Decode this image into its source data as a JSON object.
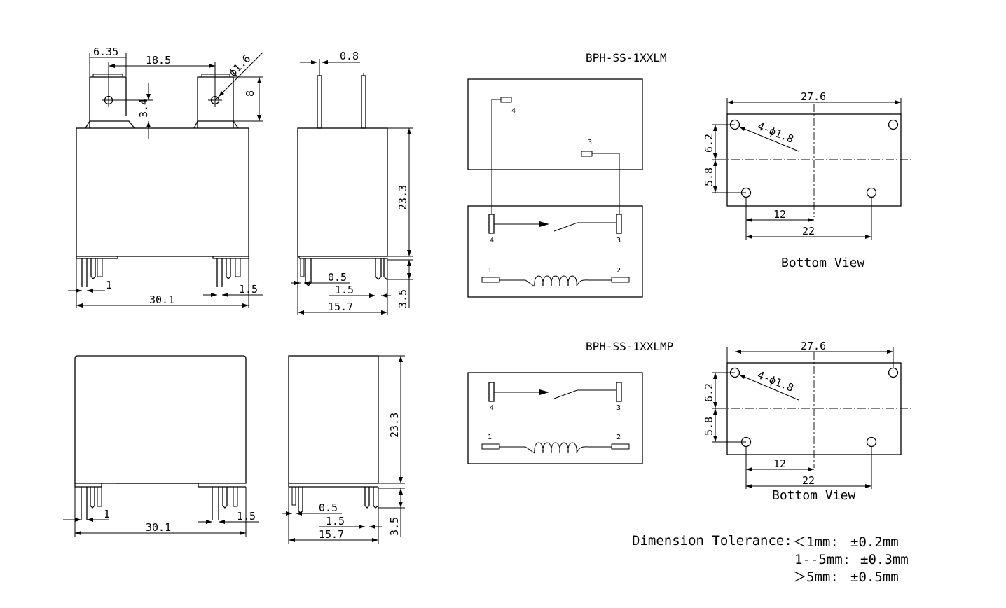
{
  "models": {
    "top_title": "BPH-SS-1XXLM",
    "bottom_title": "BPH-SS-1XXLMP"
  },
  "front_top": {
    "d_635": "6.35",
    "d_185": "18.5",
    "d_phi16": "ϕ1.6",
    "d_8": "8",
    "d_34": "3.4",
    "d_1": "1",
    "d_15": "1.5",
    "d_301": "30.1"
  },
  "side_top": {
    "d_08": "0.8",
    "d_233": "23.3",
    "d_05": "0.5",
    "d_15": "1.5",
    "d_35": "3.5",
    "d_157": "15.7"
  },
  "front_bottom": {
    "d_1": "1",
    "d_15": "1.5",
    "d_301": "30.1"
  },
  "side_bottom": {
    "d_233": "23.3",
    "d_05": "0.5",
    "d_15": "1.5",
    "d_35": "3.5",
    "d_157": "15.7"
  },
  "schematic_top": {
    "pin4": "4",
    "pin3": "3",
    "pin1": "1",
    "pin2": "2"
  },
  "schematic_bottom": {
    "pin4": "4",
    "pin3": "3",
    "pin1": "1",
    "pin2": "2"
  },
  "bottom_view_top": {
    "d_276": "27.6",
    "d_holes": "4-ϕ1.8",
    "d_62": "6.2",
    "d_58": "5.8",
    "d_12": "12",
    "d_22": "22",
    "caption": "Bottom View"
  },
  "bottom_view_bottom": {
    "d_276": "27.6",
    "d_holes": "4-ϕ1.8",
    "d_62": "6.2",
    "d_58": "5.8",
    "d_12": "12",
    "d_22": "22",
    "caption": "Bottom View"
  },
  "tolerance": {
    "heading": "Dimension Tolerance:",
    "row1_range": "＜1mm:",
    "row1_value": "±0.2mm",
    "row2_range": "1--5mm:",
    "row2_value": "±0.3mm",
    "row3_range": "＞5mm:",
    "row3_value": "±0.5mm"
  }
}
